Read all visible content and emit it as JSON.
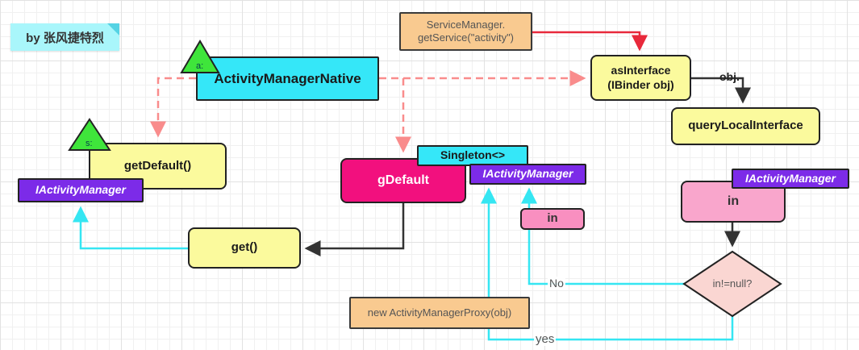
{
  "note": {
    "text": "by 张风捷特烈"
  },
  "nodes": {
    "activity_manager_native": {
      "label": "ActivityManagerNative"
    },
    "service_manager": {
      "line1": "ServiceManager.",
      "line2": "getService(\"activity\")"
    },
    "as_interface": {
      "line1": "asInterface",
      "line2": "(IBinder obj)"
    },
    "query_local_interface": {
      "label": "queryLocalInterface"
    },
    "get_default": {
      "label": "getDefault()"
    },
    "iactivity_manager_left": {
      "label": "IActivityManager"
    },
    "g_default": {
      "label": "gDefault"
    },
    "singleton": {
      "label": "Singleton<>"
    },
    "iactivity_manager_mid": {
      "label": "IActivityManager"
    },
    "in_mid": {
      "label": "in"
    },
    "get": {
      "label": "get()"
    },
    "new_proxy": {
      "label": "new ActivityManagerProxy(obj)"
    },
    "iactivity_manager_right": {
      "label": "IActivityManager"
    },
    "in_right": {
      "label": "in"
    },
    "null_check": {
      "label": "in!=null?"
    },
    "marker_a": {
      "label": "a:"
    },
    "marker_s": {
      "label": "s:"
    }
  },
  "edges": {
    "obj_label": "obj.",
    "no_label": "No",
    "yes_label": "yes"
  },
  "colors": {
    "cyan_box": "#35e7f8",
    "yellow_box": "#fbfa9d",
    "purple_box": "#7c2be8",
    "orange_box": "#f9ca90",
    "magenta_box": "#f2107e",
    "pink_box": "#f98fc0",
    "pink_box_light": "#f9a6cc",
    "diamond_fill": "#fad6d2",
    "green_triangle": "#3fe53b",
    "arrow_dashed": "#f98c8c",
    "arrow_red": "#e8293b",
    "arrow_cyan": "#35e6f2",
    "arrow_black": "#333333",
    "note_bg": "#a9f6fb"
  }
}
